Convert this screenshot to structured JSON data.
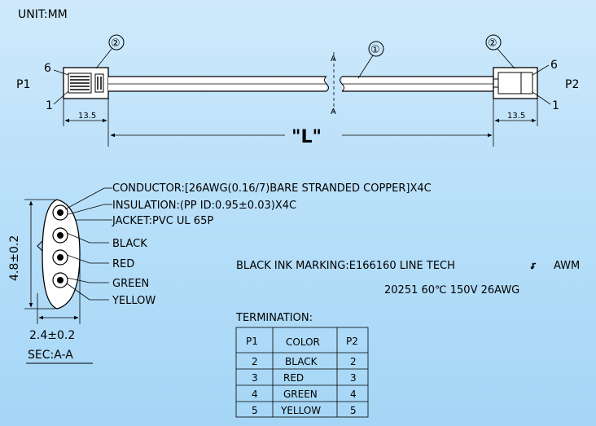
{
  "unit": "UNIT:MM",
  "cable": {
    "p1": "P1",
    "p2": "P2",
    "pin_first": "1",
    "pin_last": "6",
    "item1": "①",
    "item2": "②",
    "section_mark": "A",
    "plug_length": "13.5",
    "length": "\"L\""
  },
  "section": {
    "height_dim": "4.8±0.2",
    "width_dim": "2.4±0.2",
    "title": "SEC:A-A",
    "conductor": "CONDUCTOR:[26AWG(0.16/7)BARE STRANDED COPPER]X4C",
    "insulation": "INSULATION:(PP ID:0.95±0.03)X4C",
    "jacket": "JACKET:PVC UL 65P",
    "colors": [
      "BLACK",
      "RED",
      "GREEN",
      "YELLOW"
    ]
  },
  "marking": {
    "line1": "BLACK INK MARKING:E166160 LINE TECH",
    "ul_mark": "ꭉ",
    "line1_suffix": "AWM",
    "line2": "20251 60℃ 150V 26AWG"
  },
  "termination": {
    "title": "TERMINATION:",
    "headers": [
      "P1",
      "COLOR",
      "P2"
    ],
    "rows": [
      [
        "2",
        "BLACK",
        "2"
      ],
      [
        "3",
        "RED",
        "3"
      ],
      [
        "4",
        "GREEN",
        "4"
      ],
      [
        "5",
        "YELLOW",
        "5"
      ]
    ]
  },
  "colors": {
    "stroke": "#000000",
    "background": "#b9e0fa"
  }
}
